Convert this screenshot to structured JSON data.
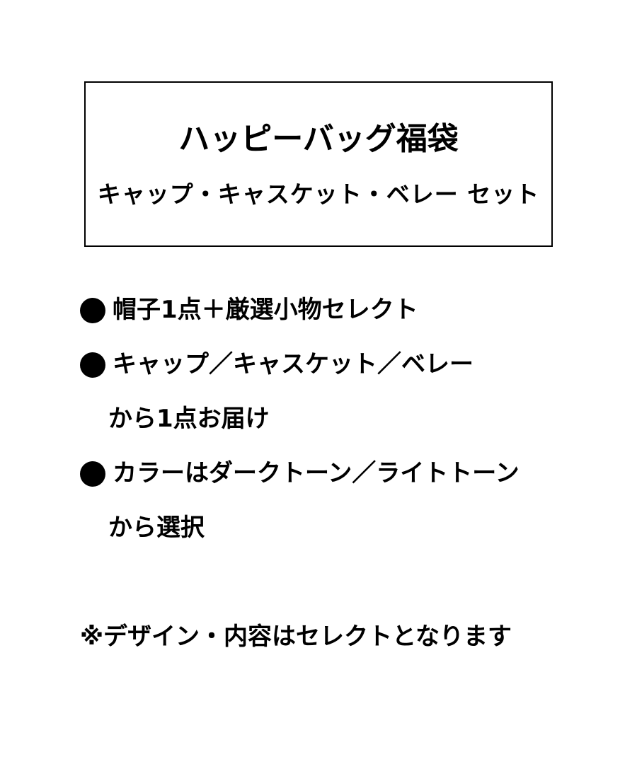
{
  "title_box": {
    "title": "ハッピーバッグ福袋",
    "subtitle": "キャップ・キャスケット・ベレー セット"
  },
  "bullets": [
    {
      "marker": "bullet-circle",
      "lines": [
        "帽子1点＋厳選小物セレクト"
      ]
    },
    {
      "marker": "bullet-circle",
      "lines": [
        "キャップ／キャスケット／ベレー",
        "から1点お届け"
      ]
    },
    {
      "marker": "bullet-circle",
      "lines": [
        "カラーはダークトーン／ライトトーン",
        "から選択"
      ]
    }
  ],
  "note": "※デザイン・内容はセレクトとなります",
  "colors": {
    "text": "#000000",
    "background": "#ffffff",
    "border": "#000000"
  }
}
